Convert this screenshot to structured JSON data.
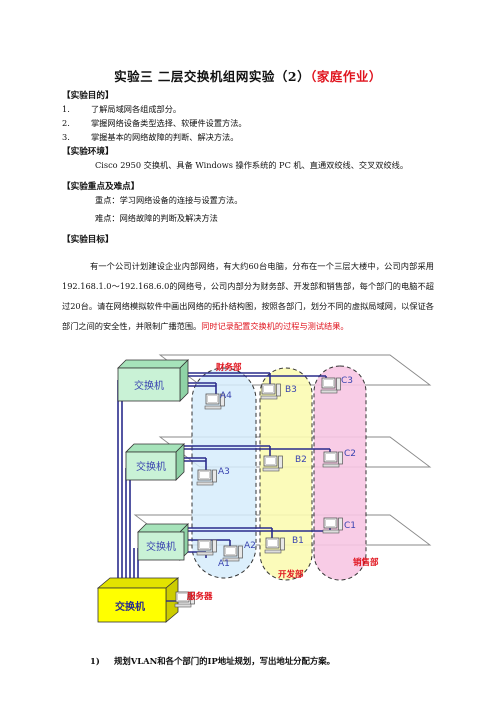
{
  "title": {
    "main": "实验三    二层交换机组网实验（2）",
    "highlight": "（家庭作业）"
  },
  "sections": {
    "purpose": {
      "heading": "【实验目的】",
      "items": [
        {
          "num": "1.",
          "text": "了解局域网各组成部分。"
        },
        {
          "num": "2.",
          "text": "掌握网络设备类型选择、软硬件设置方法。"
        },
        {
          "num": "3.",
          "text": "掌握基本的网络故障的判断、解决方法。"
        }
      ]
    },
    "environment": {
      "heading": "【实验环境】",
      "text": "Cisco 2950 交换机、具备 Windows 操作系统的 PC 机、直通双绞线、交叉双绞线。"
    },
    "keypoints": {
      "heading": "【实验重点及难点】",
      "focus": "重点：学习网络设备的连接与设置方法。",
      "difficulty": "难点：网络故障的判断及解决方法"
    },
    "goal": {
      "heading": "【实验目标】",
      "paragraph": "有一个公司计划建设企业内部网络，有大约60台电脑，分布在一个三层大楼中，公司内部采用192.168.1.0～192.168.6.0的网络号，公司内部分为财务部、开发部和销售部，每个部门的电脑不超过20台。请在网络模拟软件中画出网络的拓扑结构图，按照各部门，划分不同的虚拟局域网，以保证各部门之间的安全性，并限制广播范围。",
      "paragraph_red": "同时记录配置交换机的过程与测试结果。"
    }
  },
  "diagram": {
    "switch_label": "交换机",
    "dept_finance": "财务部",
    "dept_dev": "开发部",
    "dept_sales": "销售部",
    "server_label": "服务器",
    "pcs": {
      "a4": "A4",
      "a3": "A3",
      "a2": "A2",
      "a1": "A1",
      "b3": "B3",
      "b2": "B2",
      "b1": "B1",
      "c3": "C3",
      "c2": "C2",
      "c1": "C1"
    },
    "colors": {
      "switch_fill": "#c9f2d6",
      "core_fill": "#ffff00",
      "link": "#2a2c8c",
      "finance": "#d6ecfb",
      "dev": "#fbfbb3",
      "sales": "#f7c7e3",
      "red_text": "#e0141e"
    }
  },
  "question": {
    "num": "1)",
    "text": "规划VLAN和各个部门的IP地址规划，写出地址分配方案。"
  }
}
